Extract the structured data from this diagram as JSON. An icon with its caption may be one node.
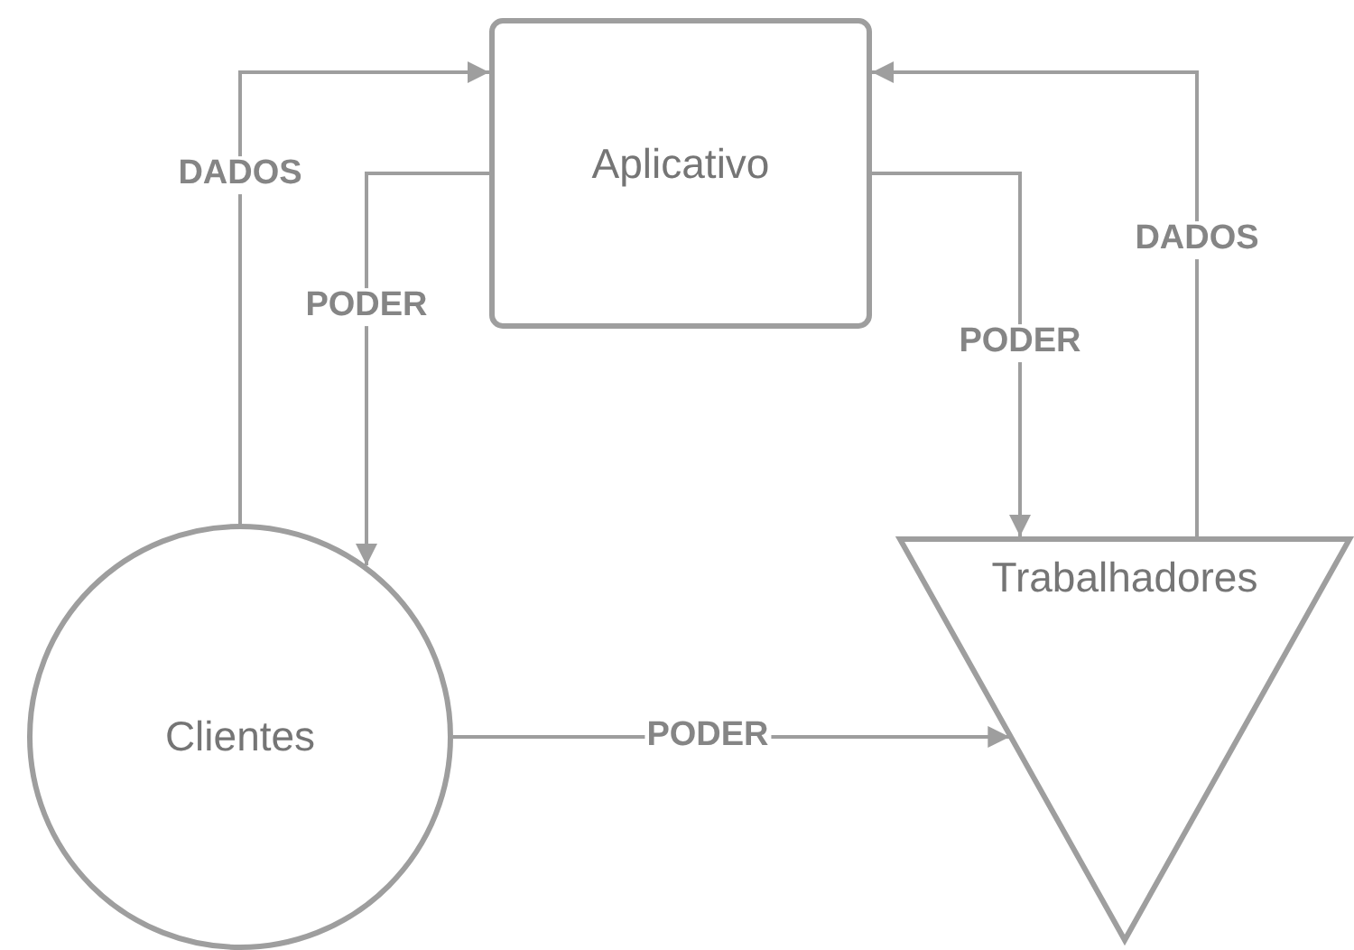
{
  "diagram": {
    "nodes": [
      {
        "text": [
          "Aplicativo"
        ]
      },
      {
        "text": [
          "Clientes"
        ]
      },
      {
        "text": [
          "Trabalhadores"
        ]
      }
    ],
    "edges": [
      {
        "from": 1,
        "to": 0,
        "arrow": "to",
        "label": "DADOS"
      },
      {
        "from": 0,
        "to": 1,
        "arrow": "to",
        "label": "PODER"
      },
      {
        "from": 0,
        "to": 2,
        "arrow": "to",
        "label": "PODER"
      },
      {
        "from": 2,
        "to": 0,
        "arrow": "to",
        "label": "DADOS"
      },
      {
        "from": 1,
        "to": 2,
        "arrow": "to",
        "label": "PODER"
      }
    ]
  }
}
